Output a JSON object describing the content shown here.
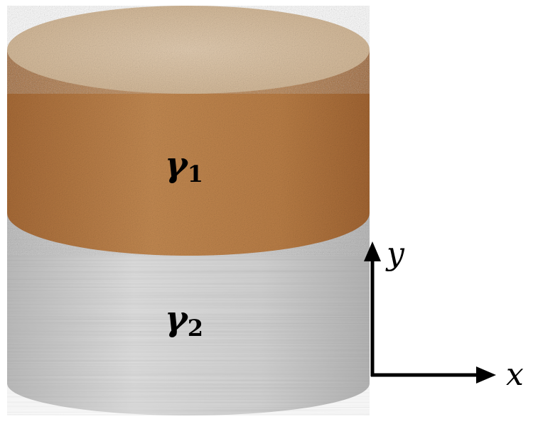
{
  "layers": [
    {
      "symbol": "γ",
      "subscript": "1",
      "material": "sand",
      "color_top": "#dcc4a6",
      "color_side": "#b87b44"
    },
    {
      "symbol": "γ",
      "subscript": "2",
      "material": "metal",
      "color_side": "#cfcfcf"
    }
  ],
  "axes": {
    "x_label": "x",
    "y_label": "y",
    "color": "#000000"
  }
}
